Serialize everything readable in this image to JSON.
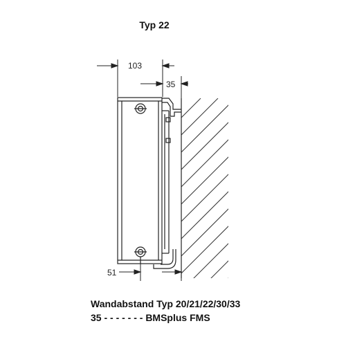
{
  "title": "Typ 22",
  "dimensions": {
    "top_width": "103",
    "wall_gap": "35",
    "bottom_offset": "51"
  },
  "caption": {
    "line1": "Wandabstand Typ 20/21/22/30/33",
    "line2": "35 - - - - - - - BMSplus FMS"
  },
  "colors": {
    "line": "#222222",
    "background": "#ffffff"
  }
}
